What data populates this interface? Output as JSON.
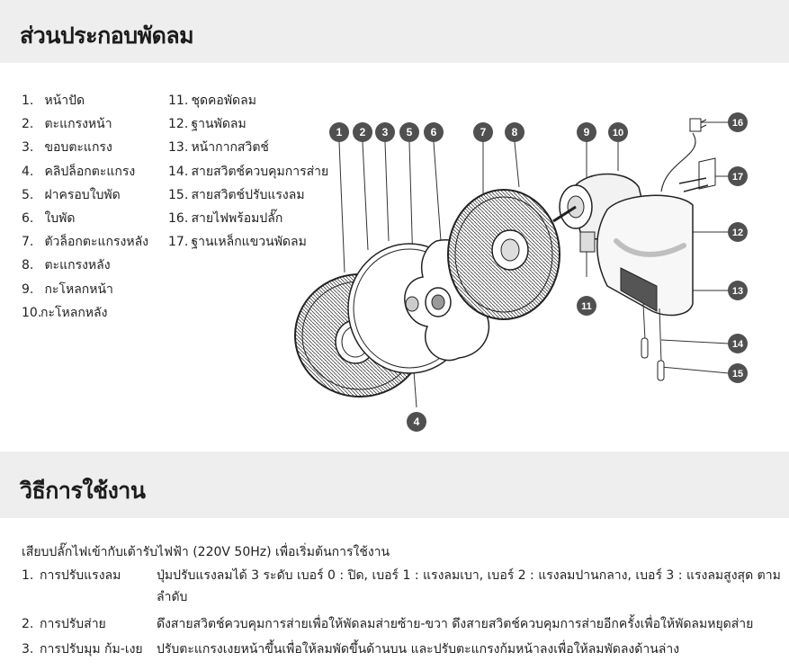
{
  "section1": {
    "title": "ส่วนประกอบพัดลม"
  },
  "parts_left": [
    {
      "num": "1.",
      "label": "หน้าปัด"
    },
    {
      "num": "2.",
      "label": "ตะแกรงหน้า"
    },
    {
      "num": "3.",
      "label": "ขอบตะแกรง"
    },
    {
      "num": "4.",
      "label": "คลิปล็อกตะแกรง"
    },
    {
      "num": "5.",
      "label": "ฝาครอบใบพัด"
    },
    {
      "num": "6.",
      "label": "ใบพัด"
    },
    {
      "num": "7.",
      "label": "ตัวล็อกตะแกรงหลัง"
    },
    {
      "num": "8.",
      "label": "ตะแกรงหลัง"
    },
    {
      "num": "9.",
      "label": "กะโหลกหน้า"
    },
    {
      "num": "10.",
      "label": "กะโหลกหลัง"
    }
  ],
  "parts_right": [
    {
      "num": "11.",
      "label": "ชุดคอพัดลม"
    },
    {
      "num": "12.",
      "label": "ฐานพัดลม"
    },
    {
      "num": "13.",
      "label": "หน้ากากสวิตช์"
    },
    {
      "num": "14.",
      "label": "สายสวิตช์ควบคุมการส่าย"
    },
    {
      "num": "15.",
      "label": "สายสวิตช์ปรับแรงลม"
    },
    {
      "num": "16.",
      "label": "สายไฟพร้อมปลั๊ก"
    },
    {
      "num": "17.",
      "label": "ฐานเหล็กแขวนพัดลม"
    }
  ],
  "callouts": [
    "1",
    "2",
    "3",
    "4",
    "5",
    "6",
    "7",
    "8",
    "9",
    "10",
    "11",
    "12",
    "13",
    "14",
    "15",
    "16",
    "17"
  ],
  "section2": {
    "title": "วิธีการใช้งาน"
  },
  "usage": {
    "intro": "เสียบปลั๊กไฟเข้ากับเต้ารับไฟฟ้า (220V 50Hz) เพื่อเริ่มต้นการใช้งาน",
    "steps": [
      {
        "num": "1.",
        "title": "การปรับแรงลม",
        "desc": "ปุ่มปรับแรงลมได้ 3 ระดับ เบอร์ 0 : ปิด, เบอร์ 1 : แรงลมเบา, เบอร์ 2 : แรงลมปานกลาง, เบอร์ 3 : แรงลมสูงสุด ตามลำดับ"
      },
      {
        "num": "2.",
        "title": "การปรับส่าย",
        "desc": "ดึงสายสวิตช์ควบคุมการส่ายเพื่อให้พัดลมส่ายซ้าย-ขวา ดึงสายสวิตช์ควบคุมการส่ายอีกครั้งเพื่อให้พัดลมหยุดส่าย"
      },
      {
        "num": "3.",
        "title": "การปรับมุม ก้ม-เงย",
        "desc": "ปรับตะแกรงเงยหน้าขึ้นเพื่อให้ลมพัดขึ้นด้านบน และปรับตะแกรงก้มหน้าลงเพื่อให้ลมพัดลงด้านล่าง"
      }
    ]
  },
  "colors": {
    "section_bg": "#eeeeee",
    "callout_bg": "#505050",
    "text": "#222222"
  }
}
